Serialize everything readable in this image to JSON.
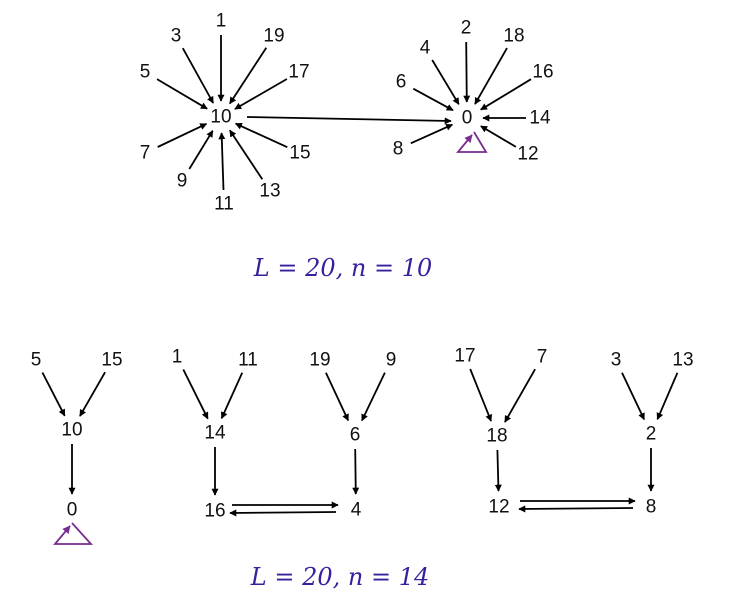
{
  "colors": {
    "edge": "#000000",
    "caption": "#3a1f9c",
    "self_loop": "#7a2c8f"
  },
  "graphs": [
    {
      "caption": "L = 20, n = 10",
      "nodes": [
        {
          "id": "t10",
          "label": "10"
        },
        {
          "id": "a1",
          "label": "1"
        },
        {
          "id": "a3",
          "label": "3"
        },
        {
          "id": "a19",
          "label": "19"
        },
        {
          "id": "a5",
          "label": "5"
        },
        {
          "id": "a17",
          "label": "17"
        },
        {
          "id": "a7",
          "label": "7"
        },
        {
          "id": "a15",
          "label": "15"
        },
        {
          "id": "a9",
          "label": "9"
        },
        {
          "id": "a13",
          "label": "13"
        },
        {
          "id": "a11",
          "label": "11"
        },
        {
          "id": "t0",
          "label": "0"
        },
        {
          "id": "b2",
          "label": "2"
        },
        {
          "id": "b4",
          "label": "4"
        },
        {
          "id": "b18",
          "label": "18"
        },
        {
          "id": "b6",
          "label": "6"
        },
        {
          "id": "b16",
          "label": "16"
        },
        {
          "id": "b14",
          "label": "14"
        },
        {
          "id": "b8",
          "label": "8"
        },
        {
          "id": "b12",
          "label": "12"
        }
      ],
      "edges": [
        [
          "a1",
          "t10"
        ],
        [
          "a3",
          "t10"
        ],
        [
          "a19",
          "t10"
        ],
        [
          "a5",
          "t10"
        ],
        [
          "a17",
          "t10"
        ],
        [
          "a7",
          "t10"
        ],
        [
          "a15",
          "t10"
        ],
        [
          "a9",
          "t10"
        ],
        [
          "a13",
          "t10"
        ],
        [
          "a11",
          "t10"
        ],
        [
          "t10",
          "t0"
        ],
        [
          "b2",
          "t0"
        ],
        [
          "b4",
          "t0"
        ],
        [
          "b18",
          "t0"
        ],
        [
          "b6",
          "t0"
        ],
        [
          "b16",
          "t0"
        ],
        [
          "b14",
          "t0"
        ],
        [
          "b8",
          "t0"
        ],
        [
          "b12",
          "t0"
        ]
      ],
      "self_loops": [
        "t0"
      ]
    },
    {
      "caption": "L = 20, n = 14",
      "nodes": [
        {
          "id": "c5",
          "label": "5"
        },
        {
          "id": "c15",
          "label": "15"
        },
        {
          "id": "c10",
          "label": "10"
        },
        {
          "id": "c0",
          "label": "0"
        },
        {
          "id": "c1",
          "label": "1"
        },
        {
          "id": "c11",
          "label": "11"
        },
        {
          "id": "c14",
          "label": "14"
        },
        {
          "id": "c16",
          "label": "16"
        },
        {
          "id": "c19",
          "label": "19"
        },
        {
          "id": "c9",
          "label": "9"
        },
        {
          "id": "c6",
          "label": "6"
        },
        {
          "id": "c4",
          "label": "4"
        },
        {
          "id": "c17",
          "label": "17"
        },
        {
          "id": "c7",
          "label": "7"
        },
        {
          "id": "c18",
          "label": "18"
        },
        {
          "id": "c12",
          "label": "12"
        },
        {
          "id": "c3",
          "label": "3"
        },
        {
          "id": "c13",
          "label": "13"
        },
        {
          "id": "c2",
          "label": "2"
        },
        {
          "id": "c8",
          "label": "8"
        }
      ],
      "edges": [
        [
          "c5",
          "c10"
        ],
        [
          "c15",
          "c10"
        ],
        [
          "c10",
          "c0"
        ],
        [
          "c1",
          "c14"
        ],
        [
          "c11",
          "c14"
        ],
        [
          "c14",
          "c16"
        ],
        [
          "c19",
          "c6"
        ],
        [
          "c9",
          "c6"
        ],
        [
          "c6",
          "c4"
        ],
        [
          "c16",
          "c4"
        ],
        [
          "c4",
          "c16"
        ],
        [
          "c17",
          "c18"
        ],
        [
          "c7",
          "c18"
        ],
        [
          "c18",
          "c12"
        ],
        [
          "c3",
          "c2"
        ],
        [
          "c13",
          "c2"
        ],
        [
          "c2",
          "c8"
        ],
        [
          "c12",
          "c8"
        ],
        [
          "c8",
          "c12"
        ]
      ],
      "self_loops": [
        "c0"
      ]
    }
  ]
}
